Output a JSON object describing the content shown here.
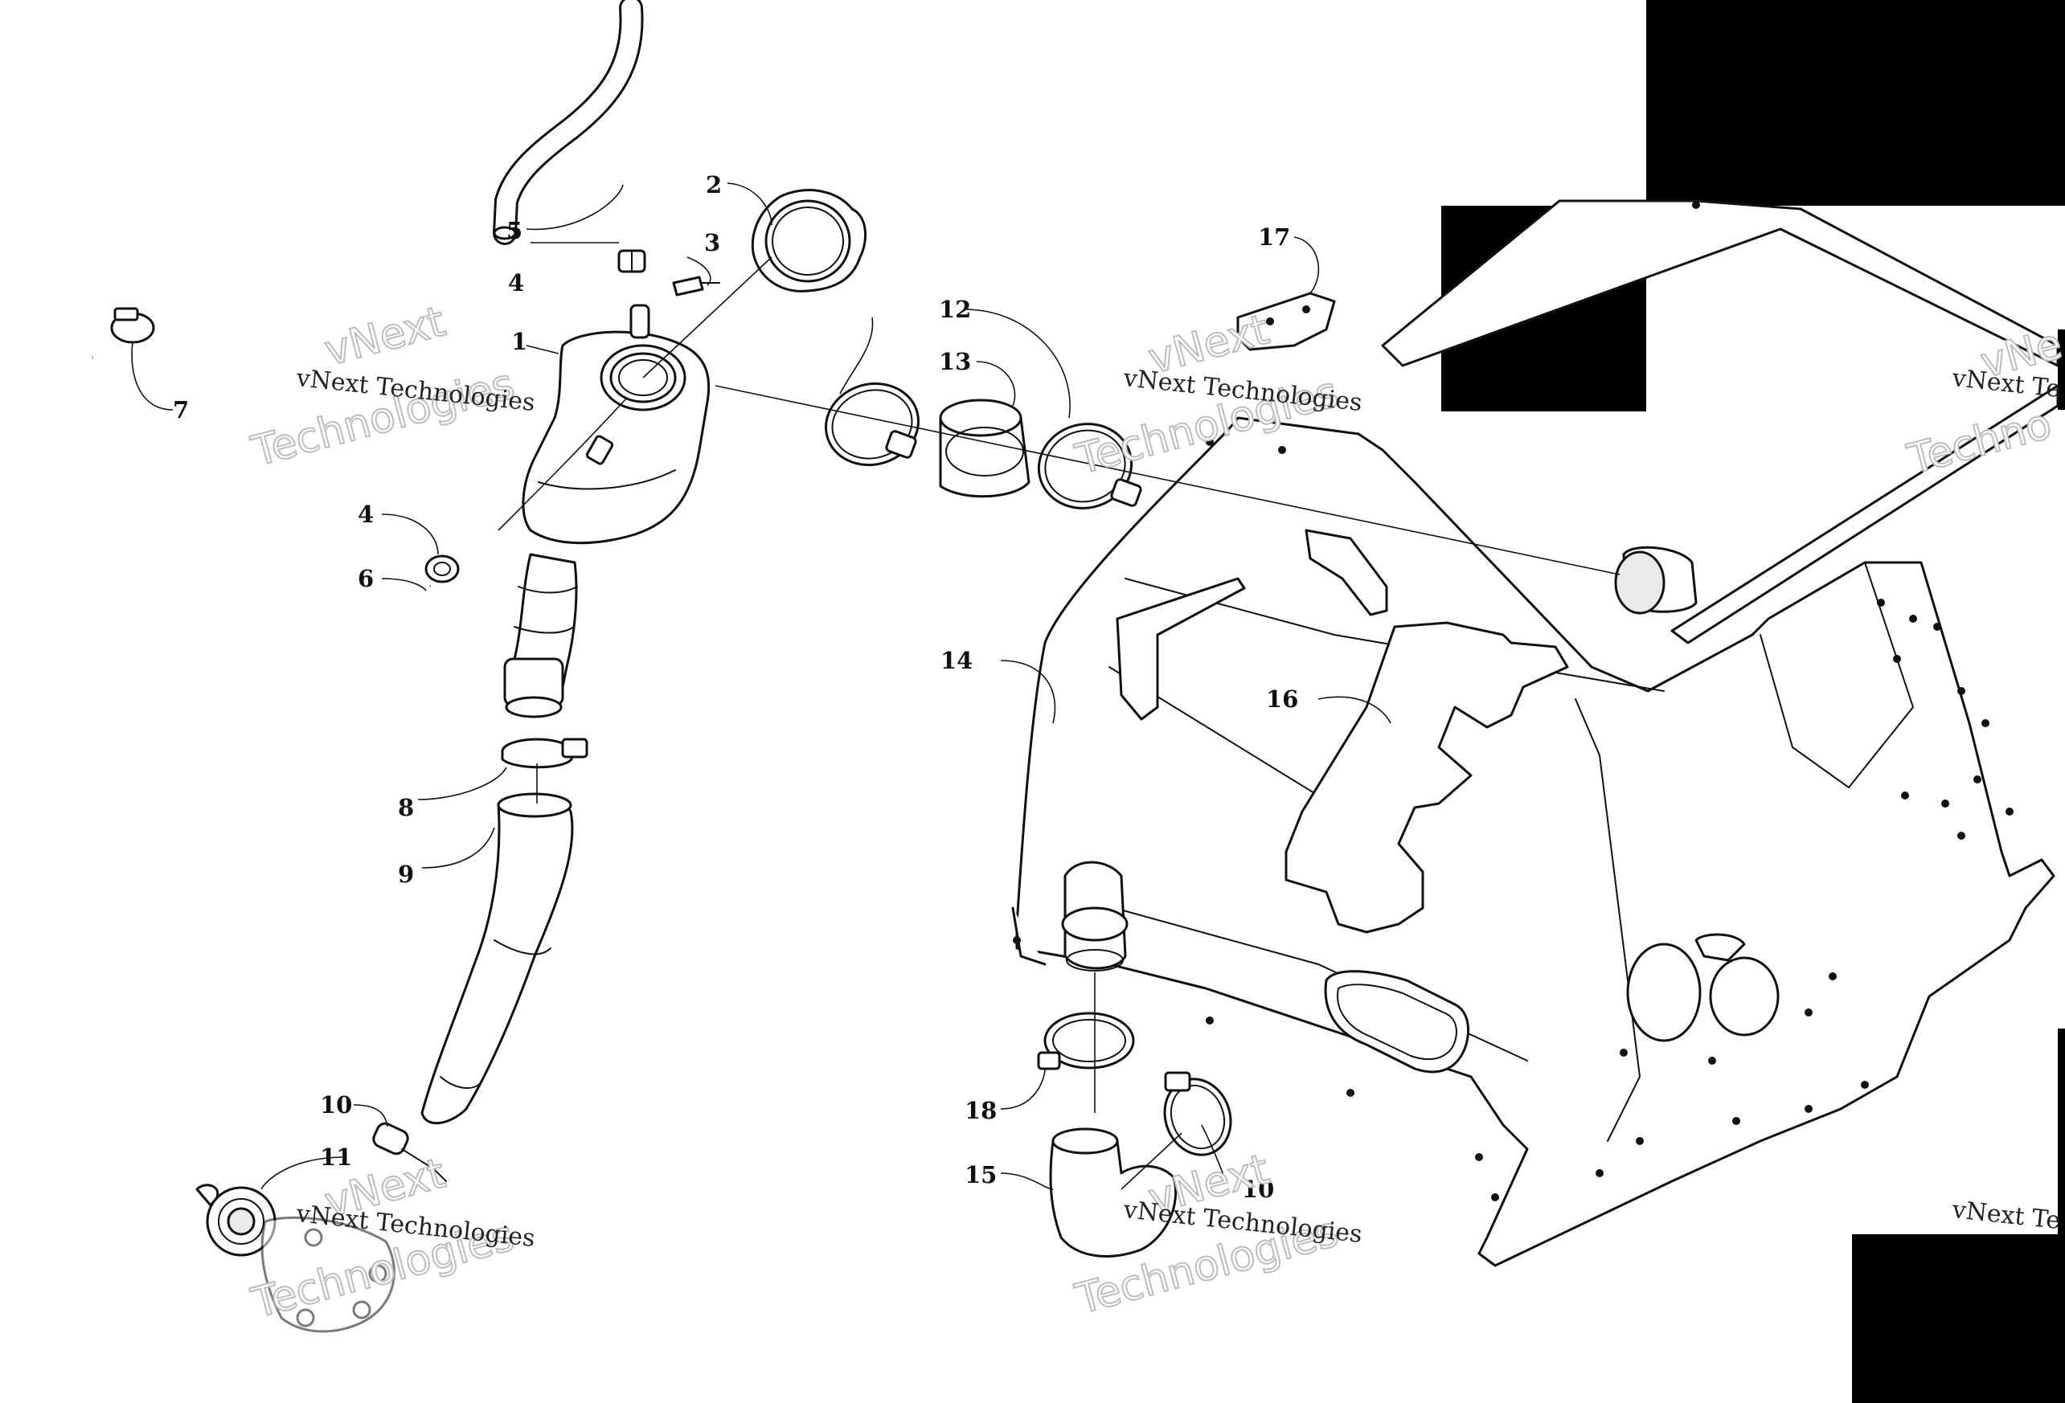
{
  "callouts": [
    {
      "id": "c1",
      "label": "1"
    },
    {
      "id": "c2",
      "label": "2"
    },
    {
      "id": "c3",
      "label": "3"
    },
    {
      "id": "c4a",
      "label": "4"
    },
    {
      "id": "c4b",
      "label": "4"
    },
    {
      "id": "c5",
      "label": "5"
    },
    {
      "id": "c6",
      "label": "6"
    },
    {
      "id": "c7",
      "label": "7"
    },
    {
      "id": "c8",
      "label": "8"
    },
    {
      "id": "c9",
      "label": "9"
    },
    {
      "id": "c10a",
      "label": "10"
    },
    {
      "id": "c10b",
      "label": "10"
    },
    {
      "id": "c11",
      "label": "11"
    },
    {
      "id": "c12",
      "label": "12"
    },
    {
      "id": "c13",
      "label": "13"
    },
    {
      "id": "c14",
      "label": "14"
    },
    {
      "id": "c15",
      "label": "15"
    },
    {
      "id": "c16",
      "label": "16"
    },
    {
      "id": "c17",
      "label": "17"
    },
    {
      "id": "c18",
      "label": "18"
    }
  ],
  "watermark": {
    "line1": "vNext Technologies",
    "big_a": "vNext",
    "big_b": "Technologies",
    "cut_small": "vNext Te",
    "cut_big_a": "vNe",
    "cut_big_b": "Techno"
  }
}
